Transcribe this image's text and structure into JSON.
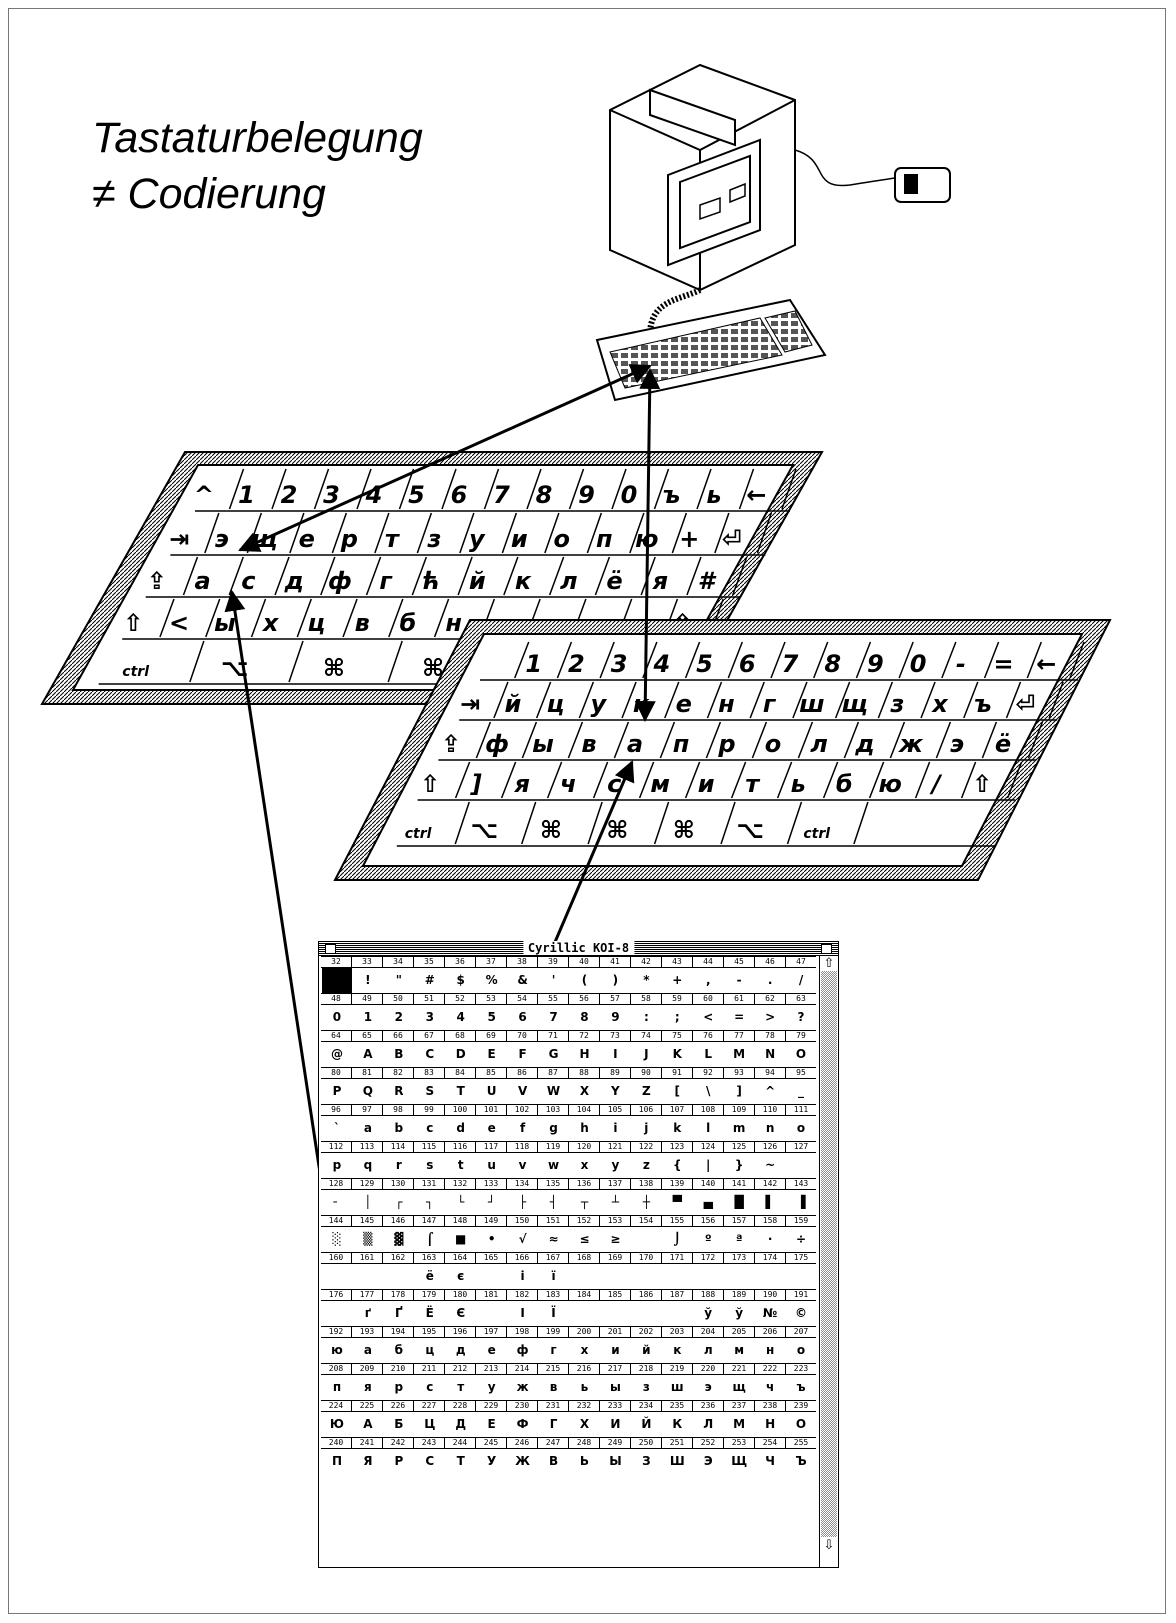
{
  "title": {
    "line1": "Tastaturbelegung",
    "line2": "≠ Codierung"
  },
  "keyboard_latin": {
    "row1": [
      "^",
      "1",
      "2",
      "3",
      "4",
      "5",
      "6",
      "7",
      "8",
      "9",
      "0",
      "ъ",
      "ь",
      "←"
    ],
    "row2": [
      "⇥",
      "э",
      "щ",
      "е",
      "р",
      "т",
      "з",
      "у",
      "и",
      "о",
      "п",
      "ю",
      "+",
      "⏎"
    ],
    "row3": [
      "⇪",
      "а",
      "с",
      "д",
      "ф",
      "г",
      "ћ",
      "й",
      "к",
      "л",
      "ё",
      "я",
      "#"
    ],
    "row4": [
      "⇧",
      "<",
      "ы",
      "х",
      "ц",
      "в",
      "б",
      "н",
      "",
      "",
      "",
      "",
      "⇧"
    ],
    "row5": [
      "ctrl",
      "⌥",
      "⌘",
      "⌘"
    ]
  },
  "keyboard_cyrillic": {
    "row1": [
      "",
      "1",
      "2",
      "3",
      "4",
      "5",
      "6",
      "7",
      "8",
      "9",
      "0",
      "-",
      "=",
      "←"
    ],
    "row2": [
      "⇥",
      "й",
      "ц",
      "у",
      "к",
      "е",
      "н",
      "г",
      "ш",
      "щ",
      "з",
      "х",
      "ъ",
      "⏎"
    ],
    "row3": [
      "⇪",
      "ф",
      "ы",
      "в",
      "а",
      "п",
      "р",
      "о",
      "л",
      "д",
      "ж",
      "э",
      "ё"
    ],
    "row4": [
      "⇧",
      "]",
      "я",
      "ч",
      "с",
      "м",
      "и",
      "т",
      "ь",
      "б",
      "ю",
      "/",
      "⇧"
    ],
    "row5": [
      "ctrl",
      "⌥",
      "⌘",
      "⌘",
      "⌘",
      "⌥",
      "ctrl"
    ]
  },
  "window": {
    "title": "Cyrillic KOI-8",
    "rows": [
      {
        "start": 32,
        "chars": [
          "",
          "!",
          "\"",
          "#",
          "$",
          "%",
          "&",
          "'",
          "(",
          ")",
          "*",
          "+",
          ",",
          "-",
          ".",
          "/"
        ]
      },
      {
        "start": 48,
        "chars": [
          "0",
          "1",
          "2",
          "3",
          "4",
          "5",
          "6",
          "7",
          "8",
          "9",
          ":",
          ";",
          "<",
          "=",
          ">",
          "?"
        ]
      },
      {
        "start": 64,
        "chars": [
          "@",
          "A",
          "B",
          "C",
          "D",
          "E",
          "F",
          "G",
          "H",
          "I",
          "J",
          "K",
          "L",
          "M",
          "N",
          "O"
        ]
      },
      {
        "start": 80,
        "chars": [
          "P",
          "Q",
          "R",
          "S",
          "T",
          "U",
          "V",
          "W",
          "X",
          "Y",
          "Z",
          "[",
          "\\",
          "]",
          "^",
          "_"
        ]
      },
      {
        "start": 96,
        "chars": [
          "`",
          "a",
          "b",
          "c",
          "d",
          "e",
          "f",
          "g",
          "h",
          "i",
          "j",
          "k",
          "l",
          "m",
          "n",
          "o"
        ]
      },
      {
        "start": 112,
        "chars": [
          "p",
          "q",
          "r",
          "s",
          "t",
          "u",
          "v",
          "w",
          "x",
          "y",
          "z",
          "{",
          "|",
          "}",
          "~",
          ""
        ]
      },
      {
        "start": 128,
        "chars": [
          "╴",
          "│",
          "┌",
          "┐",
          "└",
          "┘",
          "├",
          "┤",
          "┬",
          "┴",
          "┼",
          "▀",
          "▄",
          "█",
          "▌",
          "▐"
        ]
      },
      {
        "start": 144,
        "chars": [
          "░",
          "▒",
          "▓",
          "⌠",
          "■",
          "•",
          "√",
          "≈",
          "≤",
          "≥",
          "",
          "⌡",
          "º",
          "ª",
          "·",
          "÷"
        ]
      },
      {
        "start": 160,
        "chars": [
          "",
          "",
          "",
          "ё",
          "є",
          "",
          "і",
          "ї",
          "",
          "",
          "",
          "",
          "",
          "",
          "",
          ""
        ]
      },
      {
        "start": 176,
        "chars": [
          "",
          "ґ",
          "Ґ",
          "Ё",
          "Є",
          "",
          "І",
          "Ї",
          "",
          "",
          "",
          "",
          "ў",
          "ў",
          "№",
          "©"
        ]
      },
      {
        "start": 192,
        "chars": [
          "ю",
          "а",
          "б",
          "ц",
          "д",
          "е",
          "ф",
          "г",
          "х",
          "и",
          "й",
          "к",
          "л",
          "м",
          "н",
          "о"
        ]
      },
      {
        "start": 208,
        "chars": [
          "п",
          "я",
          "р",
          "с",
          "т",
          "у",
          "ж",
          "в",
          "ь",
          "ы",
          "з",
          "ш",
          "э",
          "щ",
          "ч",
          "ъ"
        ]
      },
      {
        "start": 224,
        "chars": [
          "Ю",
          "А",
          "Б",
          "Ц",
          "Д",
          "Е",
          "Ф",
          "Г",
          "Х",
          "И",
          "Й",
          "К",
          "Л",
          "М",
          "Н",
          "О"
        ]
      },
      {
        "start": 240,
        "chars": [
          "П",
          "Я",
          "Р",
          "С",
          "Т",
          "У",
          "Ж",
          "В",
          "Ь",
          "Ы",
          "З",
          "Ш",
          "Э",
          "Щ",
          "Ч",
          "Ъ"
        ]
      }
    ]
  },
  "icons": {
    "scroll_up": "up-arrow-icon",
    "scroll_down": "down-arrow-icon",
    "close": "close-box-icon",
    "zoom": "zoom-box-icon"
  }
}
